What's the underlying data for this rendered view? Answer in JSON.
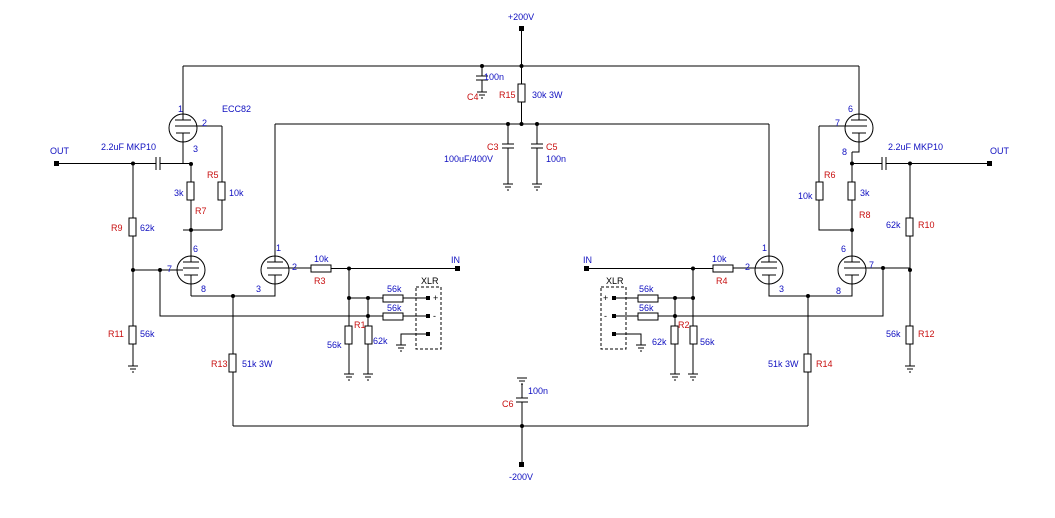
{
  "supply": {
    "positive": "+200V",
    "negative": "-200V"
  },
  "tube_type": "ECC82",
  "coupling_cap": "2.2uF MKP10",
  "ports": {
    "out": "OUT",
    "in": "IN",
    "xlr": "XLR"
  },
  "pins": {
    "p1": "1",
    "p2": "2",
    "p3": "3",
    "p6": "6",
    "p7": "7",
    "p8": "8"
  },
  "xlr_pins": {
    "plus": "+",
    "minus": "-"
  },
  "xlr_left_pins": {
    "minus": "-",
    "plus": "+"
  },
  "components": {
    "C3": {
      "ref": "C3",
      "value": "100uF/400V"
    },
    "C4": {
      "ref": "C4",
      "value": "100n"
    },
    "C5": {
      "ref": "C5",
      "value": "100n"
    },
    "C6": {
      "ref": "C6",
      "value": "100n"
    },
    "R1": {
      "ref": "R1",
      "value": "56k"
    },
    "R2": {
      "ref": "R2",
      "value": "56k"
    },
    "R3": {
      "ref": "R3",
      "value": "10k"
    },
    "R4": {
      "ref": "R4",
      "value": "10k"
    },
    "R5": {
      "ref": "R5",
      "value": "10k"
    },
    "R6": {
      "ref": "R6",
      "value": "10k"
    },
    "R7": {
      "ref": "R7",
      "value": "3k"
    },
    "R8": {
      "ref": "R8",
      "value": "3k"
    },
    "R9": {
      "ref": "R9",
      "value": "62k"
    },
    "R10": {
      "ref": "R10",
      "value": "62k"
    },
    "R11": {
      "ref": "R11",
      "value": "56k"
    },
    "R12": {
      "ref": "R12",
      "value": "56k"
    },
    "R13": {
      "ref": "R13",
      "value": "51k 3W"
    },
    "R14": {
      "ref": "R14",
      "value": "51k 3W"
    },
    "R15": {
      "ref": "R15",
      "value": "30k 3W"
    }
  },
  "unlabeled_values": {
    "r62k": "62k",
    "r56k": "56k"
  },
  "colors": {
    "wire": "#000000",
    "value_text": "#1010c0",
    "ref_text": "#c81010"
  }
}
